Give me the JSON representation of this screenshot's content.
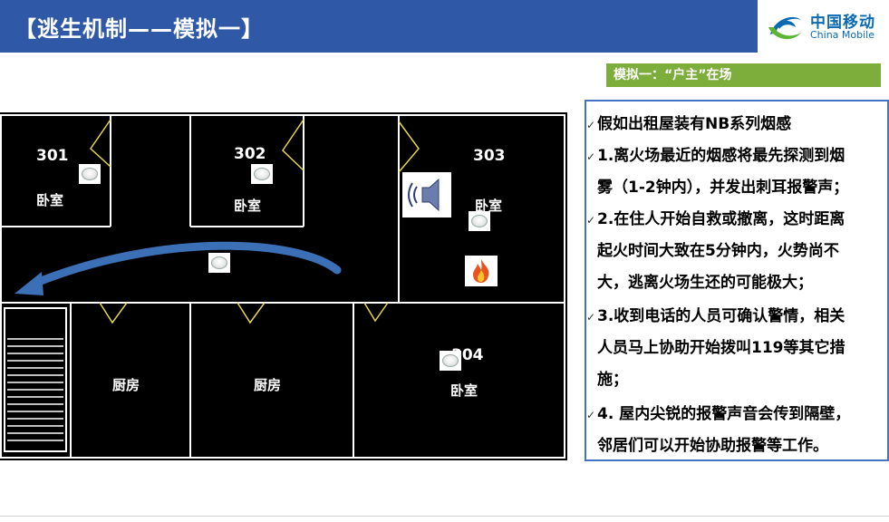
{
  "header": {
    "title": "【逃生机制——模拟一】"
  },
  "logo": {
    "cn": "中国移动",
    "en": "China Mobile"
  },
  "scenario_tag": "模拟一：“户主”在场",
  "floorplan": {
    "rooms": [
      {
        "number": "301",
        "label": "卧室"
      },
      {
        "number": "302",
        "label": "卧室"
      },
      {
        "number": "303",
        "label": "卧室"
      },
      {
        "number": "304",
        "label": "卧室"
      }
    ],
    "kitchens": [
      "厨房",
      "厨房"
    ],
    "icons": [
      "smoke-detector-icon",
      "speaker-alarm-icon",
      "fire-icon",
      "evacuation-arrow-icon",
      "staircase-icon"
    ]
  },
  "info": {
    "lines": [
      "假如出租屋装有NB系列烟感",
      "1.离火场最近的烟感将最先探测到烟",
      "雾（1-2钟内），并发出刺耳报警声；",
      "2.在住人开始自救或撤离，这时距离",
      "起火时间大致在5分钟内，火势尚不",
      "大，逃离火场生还的可能极大；",
      "3.收到电话的人员可确认警情，相关",
      "人员马上协助开始拨叫119等其它措",
      "施；",
      "4. 屋内尖锐的报警声音会传到隔壁，",
      "邻居们可以开始协助报警等工作。"
    ]
  },
  "colors": {
    "header": "#2f58a6",
    "tag": "#7dae3c",
    "border": "#4472c4",
    "arrow": "#3b6fb6"
  }
}
